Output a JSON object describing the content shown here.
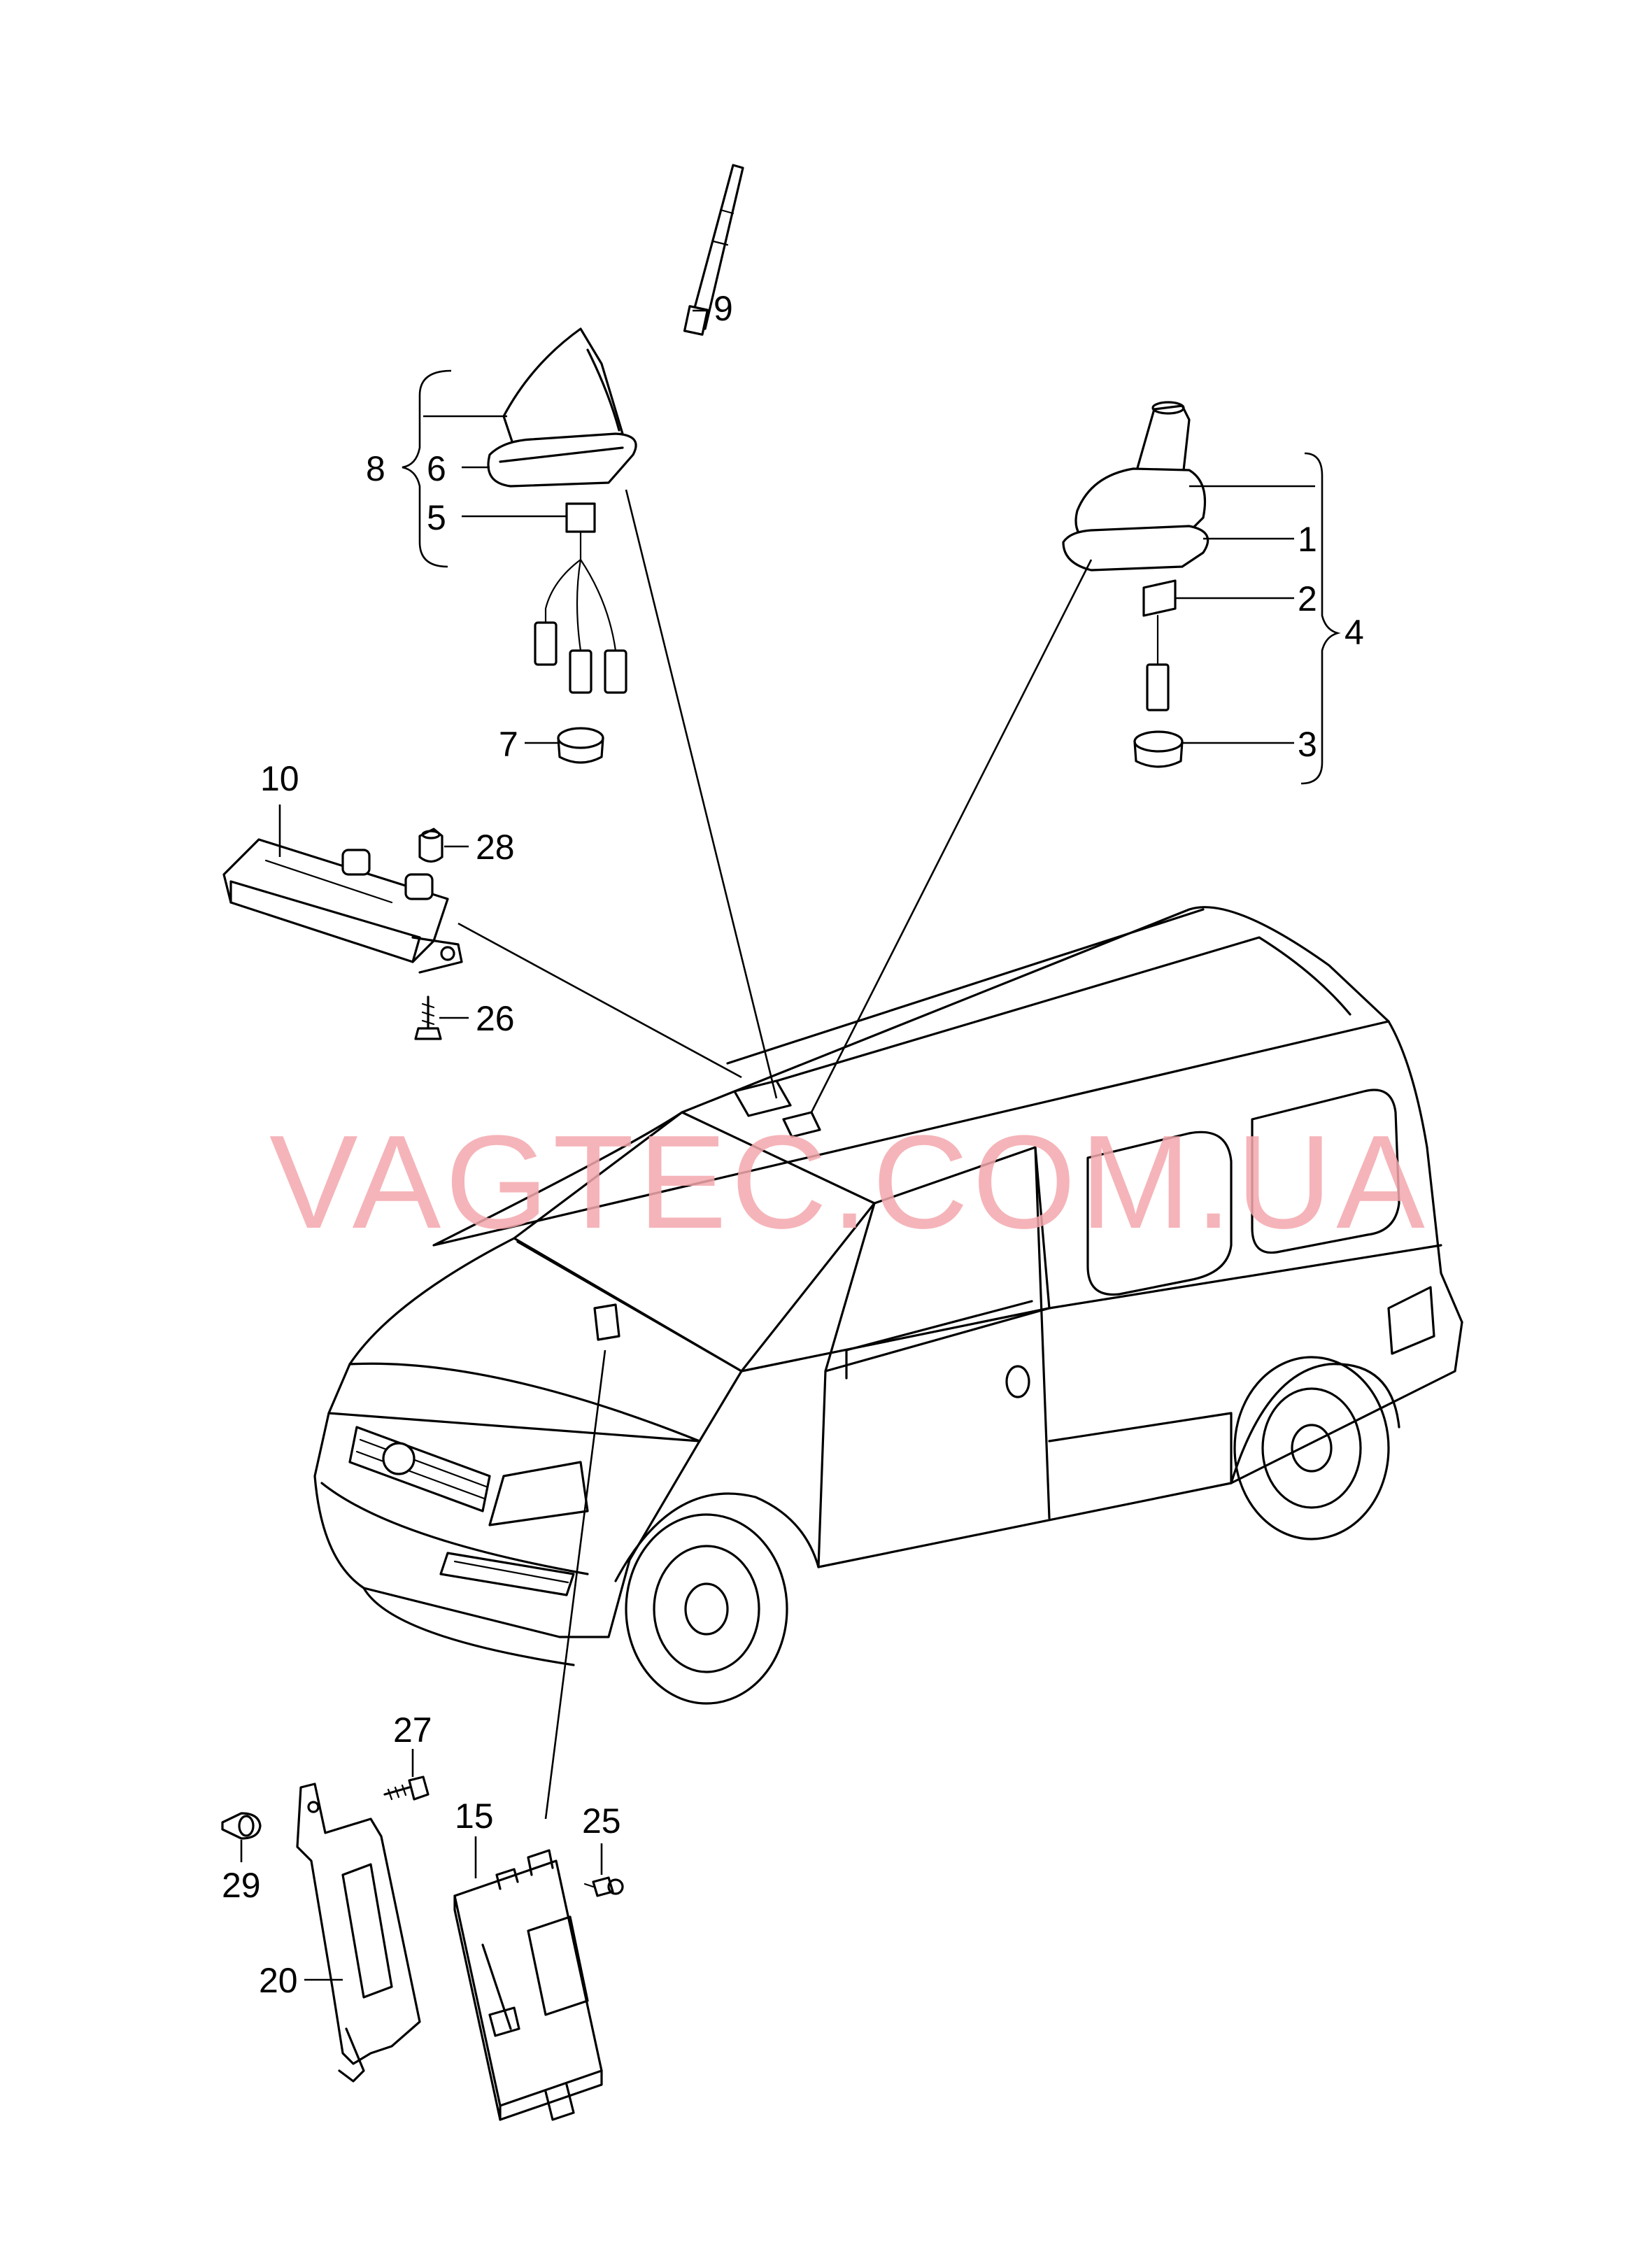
{
  "watermark": "VAGTEC.COM.UA",
  "callouts": {
    "c1": "1",
    "c2": "2",
    "c3": "3",
    "c4": "4",
    "c5": "5",
    "c6": "6",
    "c7": "7",
    "c8": "8",
    "c9": "9",
    "c10": "10",
    "c15": "15",
    "c20": "20",
    "c25": "25",
    "c26": "26",
    "c27": "27",
    "c28": "28",
    "c29": "29"
  }
}
